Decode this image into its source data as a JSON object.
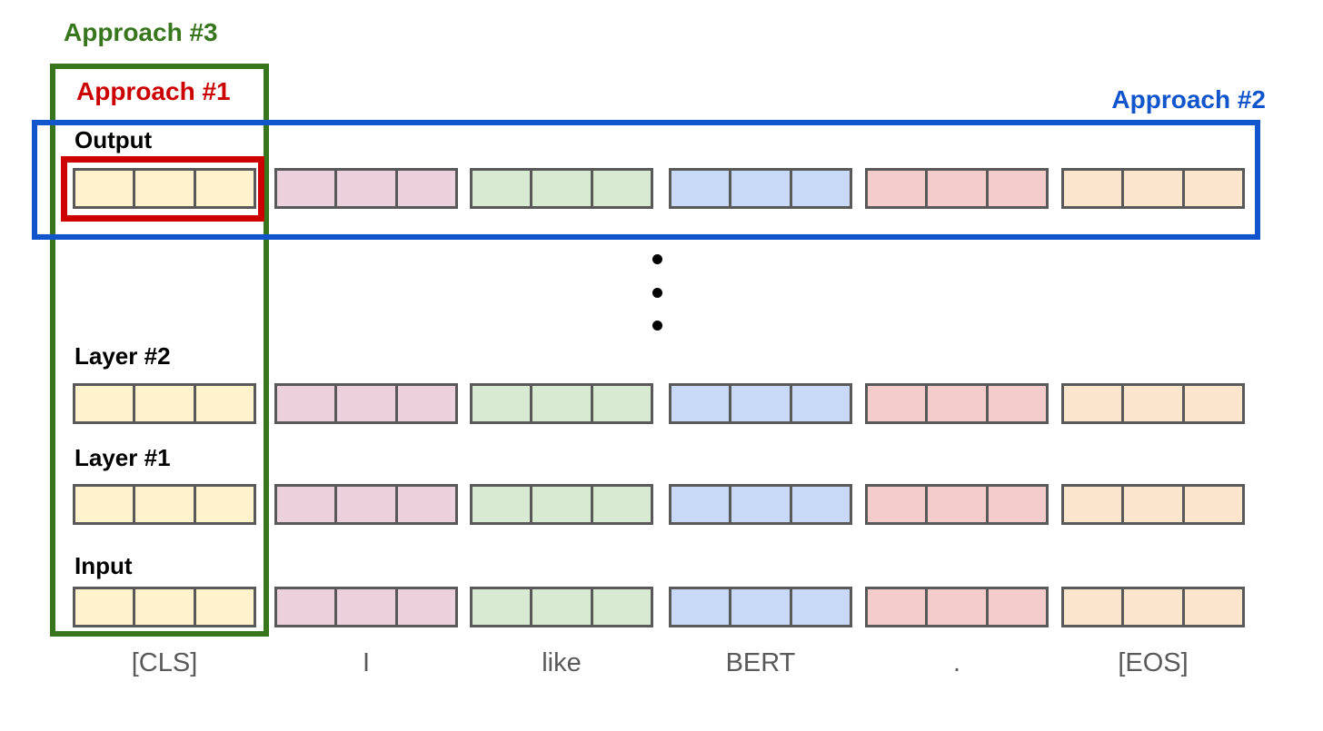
{
  "diagram": {
    "approach_labels": [
      {
        "label": "Approach #1",
        "color": "#CC0000"
      },
      {
        "label": "Approach #2",
        "color": "#1155CC"
      },
      {
        "label": "Approach #3",
        "color": "#38761D"
      }
    ],
    "row_labels": [
      "Output",
      "Layer #2",
      "Layer #1",
      "Input"
    ],
    "tokens": [
      {
        "text": "[CLS]",
        "color": "#FFF2CC"
      },
      {
        "text": "I",
        "color": "#EAD1DC"
      },
      {
        "text": "like",
        "color": "#D9EAD3"
      },
      {
        "text": "BERT",
        "color": "#C9DAF8"
      },
      {
        "text": ".",
        "color": "#F4CCCC"
      },
      {
        "text": "[EOS]",
        "color": "#FCE5CD"
      }
    ],
    "cells_per_vector": 3,
    "ellipsis_dot_count": 3,
    "colors": {
      "cell_border": "#595959",
      "token_label": "#595959",
      "row_label": "#000000",
      "background": "#FFFFFF"
    }
  }
}
